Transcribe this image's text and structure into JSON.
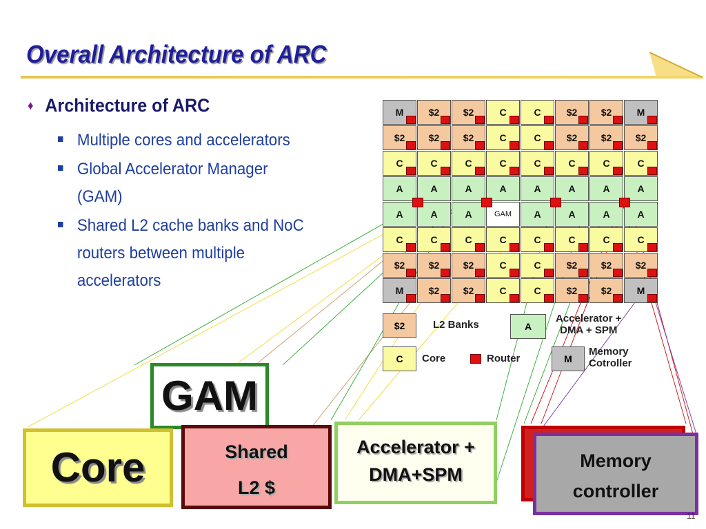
{
  "slide": {
    "title": "Overall Architecture of ARC",
    "bullet": "Architecture of ARC",
    "sub_bullets": [
      {
        "lines": [
          "Multiple cores and accelerators"
        ]
      },
      {
        "lines": [
          "Global Accelerator Manager",
          "(GAM)"
        ]
      },
      {
        "lines": [
          "Shared L2 cache banks and NoC",
          "routers between multiple",
          "accelerators"
        ]
      }
    ],
    "page_number": "11"
  },
  "grid": {
    "rows": [
      [
        "M",
        "$2",
        "$2",
        "C",
        "C",
        "$2",
        "$2",
        "M"
      ],
      [
        "$2",
        "$2",
        "$2",
        "C",
        "C",
        "$2",
        "$2",
        "$2"
      ],
      [
        "C",
        "C",
        "C",
        "C",
        "C",
        "C",
        "C",
        "C"
      ],
      [
        "A",
        "A",
        "A",
        "A",
        "A",
        "A",
        "A",
        "A"
      ],
      [
        "A",
        "A",
        "A",
        "GAM",
        "A",
        "A",
        "A",
        "A"
      ],
      [
        "C",
        "C",
        "C",
        "C",
        "C",
        "C",
        "C",
        "C"
      ],
      [
        "$2",
        "$2",
        "$2",
        "C",
        "C",
        "$2",
        "$2",
        "$2"
      ],
      [
        "M",
        "$2",
        "$2",
        "C",
        "C",
        "$2",
        "$2",
        "M"
      ]
    ],
    "colors": {
      "M": "#c0c0c0",
      "$2": "#f5c9a0",
      "C": "#fafaa0",
      "A": "#c8f0c0",
      "GAM": "#ffffff"
    }
  },
  "legend": {
    "l2": {
      "symbol": "$2",
      "label": "L2 Banks"
    },
    "accel": {
      "symbol": "A",
      "label_lines": [
        "Accelerator +",
        "DMA + SPM"
      ]
    },
    "core": {
      "symbol": "C",
      "label": "Core"
    },
    "router": {
      "label": "Router"
    },
    "mem": {
      "symbol": "M",
      "label_lines": [
        "Memory",
        "Cotroller"
      ]
    }
  },
  "boxes": {
    "gam": "GAM",
    "core": "Core",
    "shared": [
      "Shared",
      "L2 $"
    ],
    "accel": [
      "Accelerator +",
      "DMA+SPM"
    ],
    "mem": [
      "Memory",
      "controller"
    ]
  }
}
